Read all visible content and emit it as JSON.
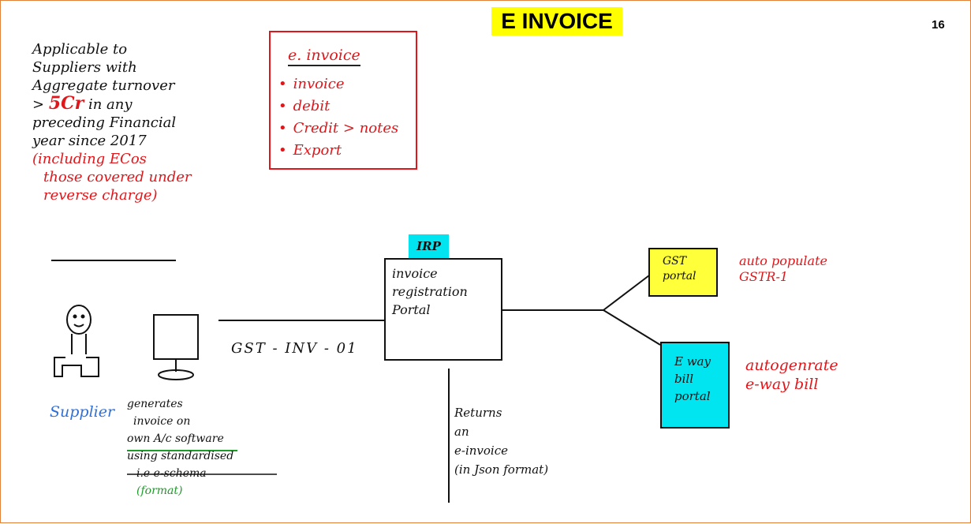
{
  "title": "E INVOICE",
  "page_number": "16",
  "applicability": {
    "line1": "Applicable to",
    "line2": "Suppliers with",
    "line3": "Aggregate turnover",
    "line4_prefix": ">",
    "line4_amount": "5Cr",
    "line4_suffix": "in any",
    "line5": "preceding Financial",
    "line6": "year since 2017",
    "note1": "(including ECos",
    "note2": "those covered under",
    "note3": "reverse charge)"
  },
  "documents": {
    "heading": "e. invoice",
    "items": [
      "invoice",
      "debit",
      "Credit > notes",
      "Export"
    ]
  },
  "irp": {
    "label": "IRP",
    "line1": "invoice",
    "line2": "registration",
    "line3": "Portal"
  },
  "gst_portal": {
    "line1": "GST",
    "line2": "portal",
    "note1": "auto populate",
    "note2": "GSTR-1"
  },
  "eway_portal": {
    "line1": "E way",
    "line2": "bill",
    "line3": "portal",
    "note1": "autogenrate",
    "note2": "e-way bill"
  },
  "flow_label": "GST - INV - 01",
  "supplier_label": "Supplier",
  "generation": {
    "line1": "generates",
    "line2": "invoice on",
    "line3": "own A/c software",
    "line4": "using standardised",
    "line5_prefix": "i.e e-schema",
    "line5_suffix": "(format)"
  },
  "returns": {
    "line1": "Returns",
    "line2": "an",
    "line3": "e-invoice",
    "line4": "(in Json format)"
  },
  "colors": {
    "title_highlight": "#ffff00",
    "irp_highlight": "#00e5ef",
    "gst_box": "#ffff3a",
    "eway_box": "#00e5ef",
    "ink_red": "#e0161a",
    "ink_blue": "#2f6fd6",
    "ink_green": "#1f9a2a",
    "frame": "#e2823a"
  }
}
